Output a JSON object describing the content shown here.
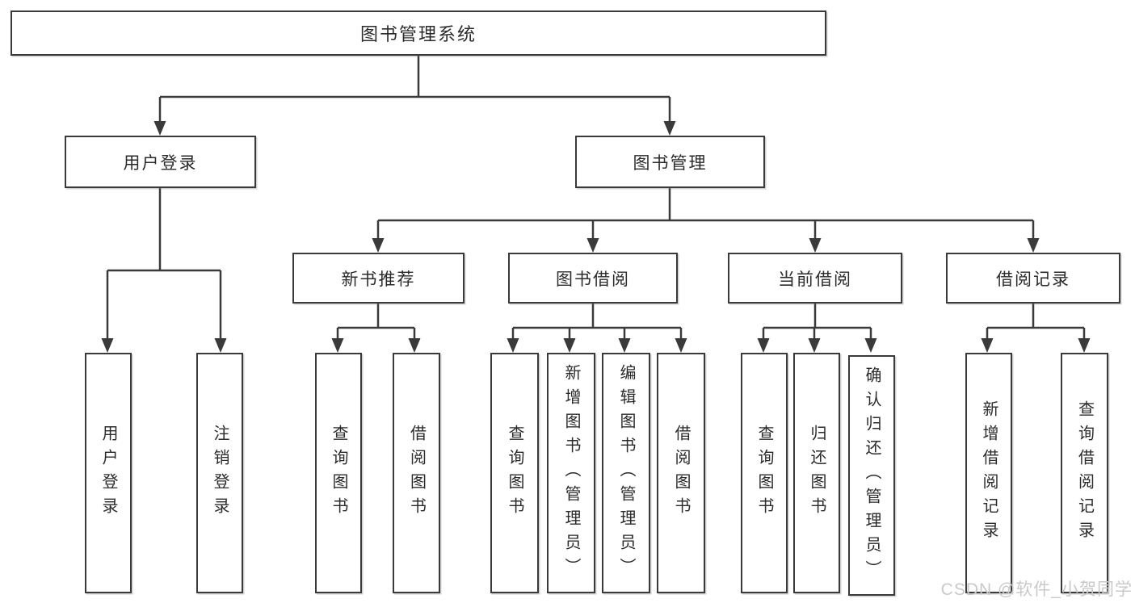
{
  "diagram_title": "图书管理系统",
  "nodes": {
    "root": "图书管理系统",
    "user_login": "用户登录",
    "book_mgmt": "图书管理",
    "new_rec": "新书推荐",
    "book_borrow": "图书借阅",
    "current_borrow": "当前借阅",
    "borrow_record": "借阅记录",
    "ul_login": "用户登录",
    "ul_logout": "注销登录",
    "nr_query": "查询图书",
    "nr_borrow": "借阅图书",
    "bb_query": "查询图书",
    "bb_add": "新增图书（管理员）",
    "bb_edit": "编辑图书（管理员）",
    "bb_borrow": "借阅图书",
    "cb_query": "查询图书",
    "cb_return": "归还图书",
    "cb_confirm": "确认归还（管理员）",
    "br_add": "新增借阅记录",
    "br_query": "查询借阅记录"
  },
  "watermark": "CSDN @软件_小贺同学",
  "colors": {
    "line": "#3a3a3a",
    "text": "#2b2b2b",
    "box_bg": "#ffffff",
    "watermark": "#c9c9c9"
  }
}
